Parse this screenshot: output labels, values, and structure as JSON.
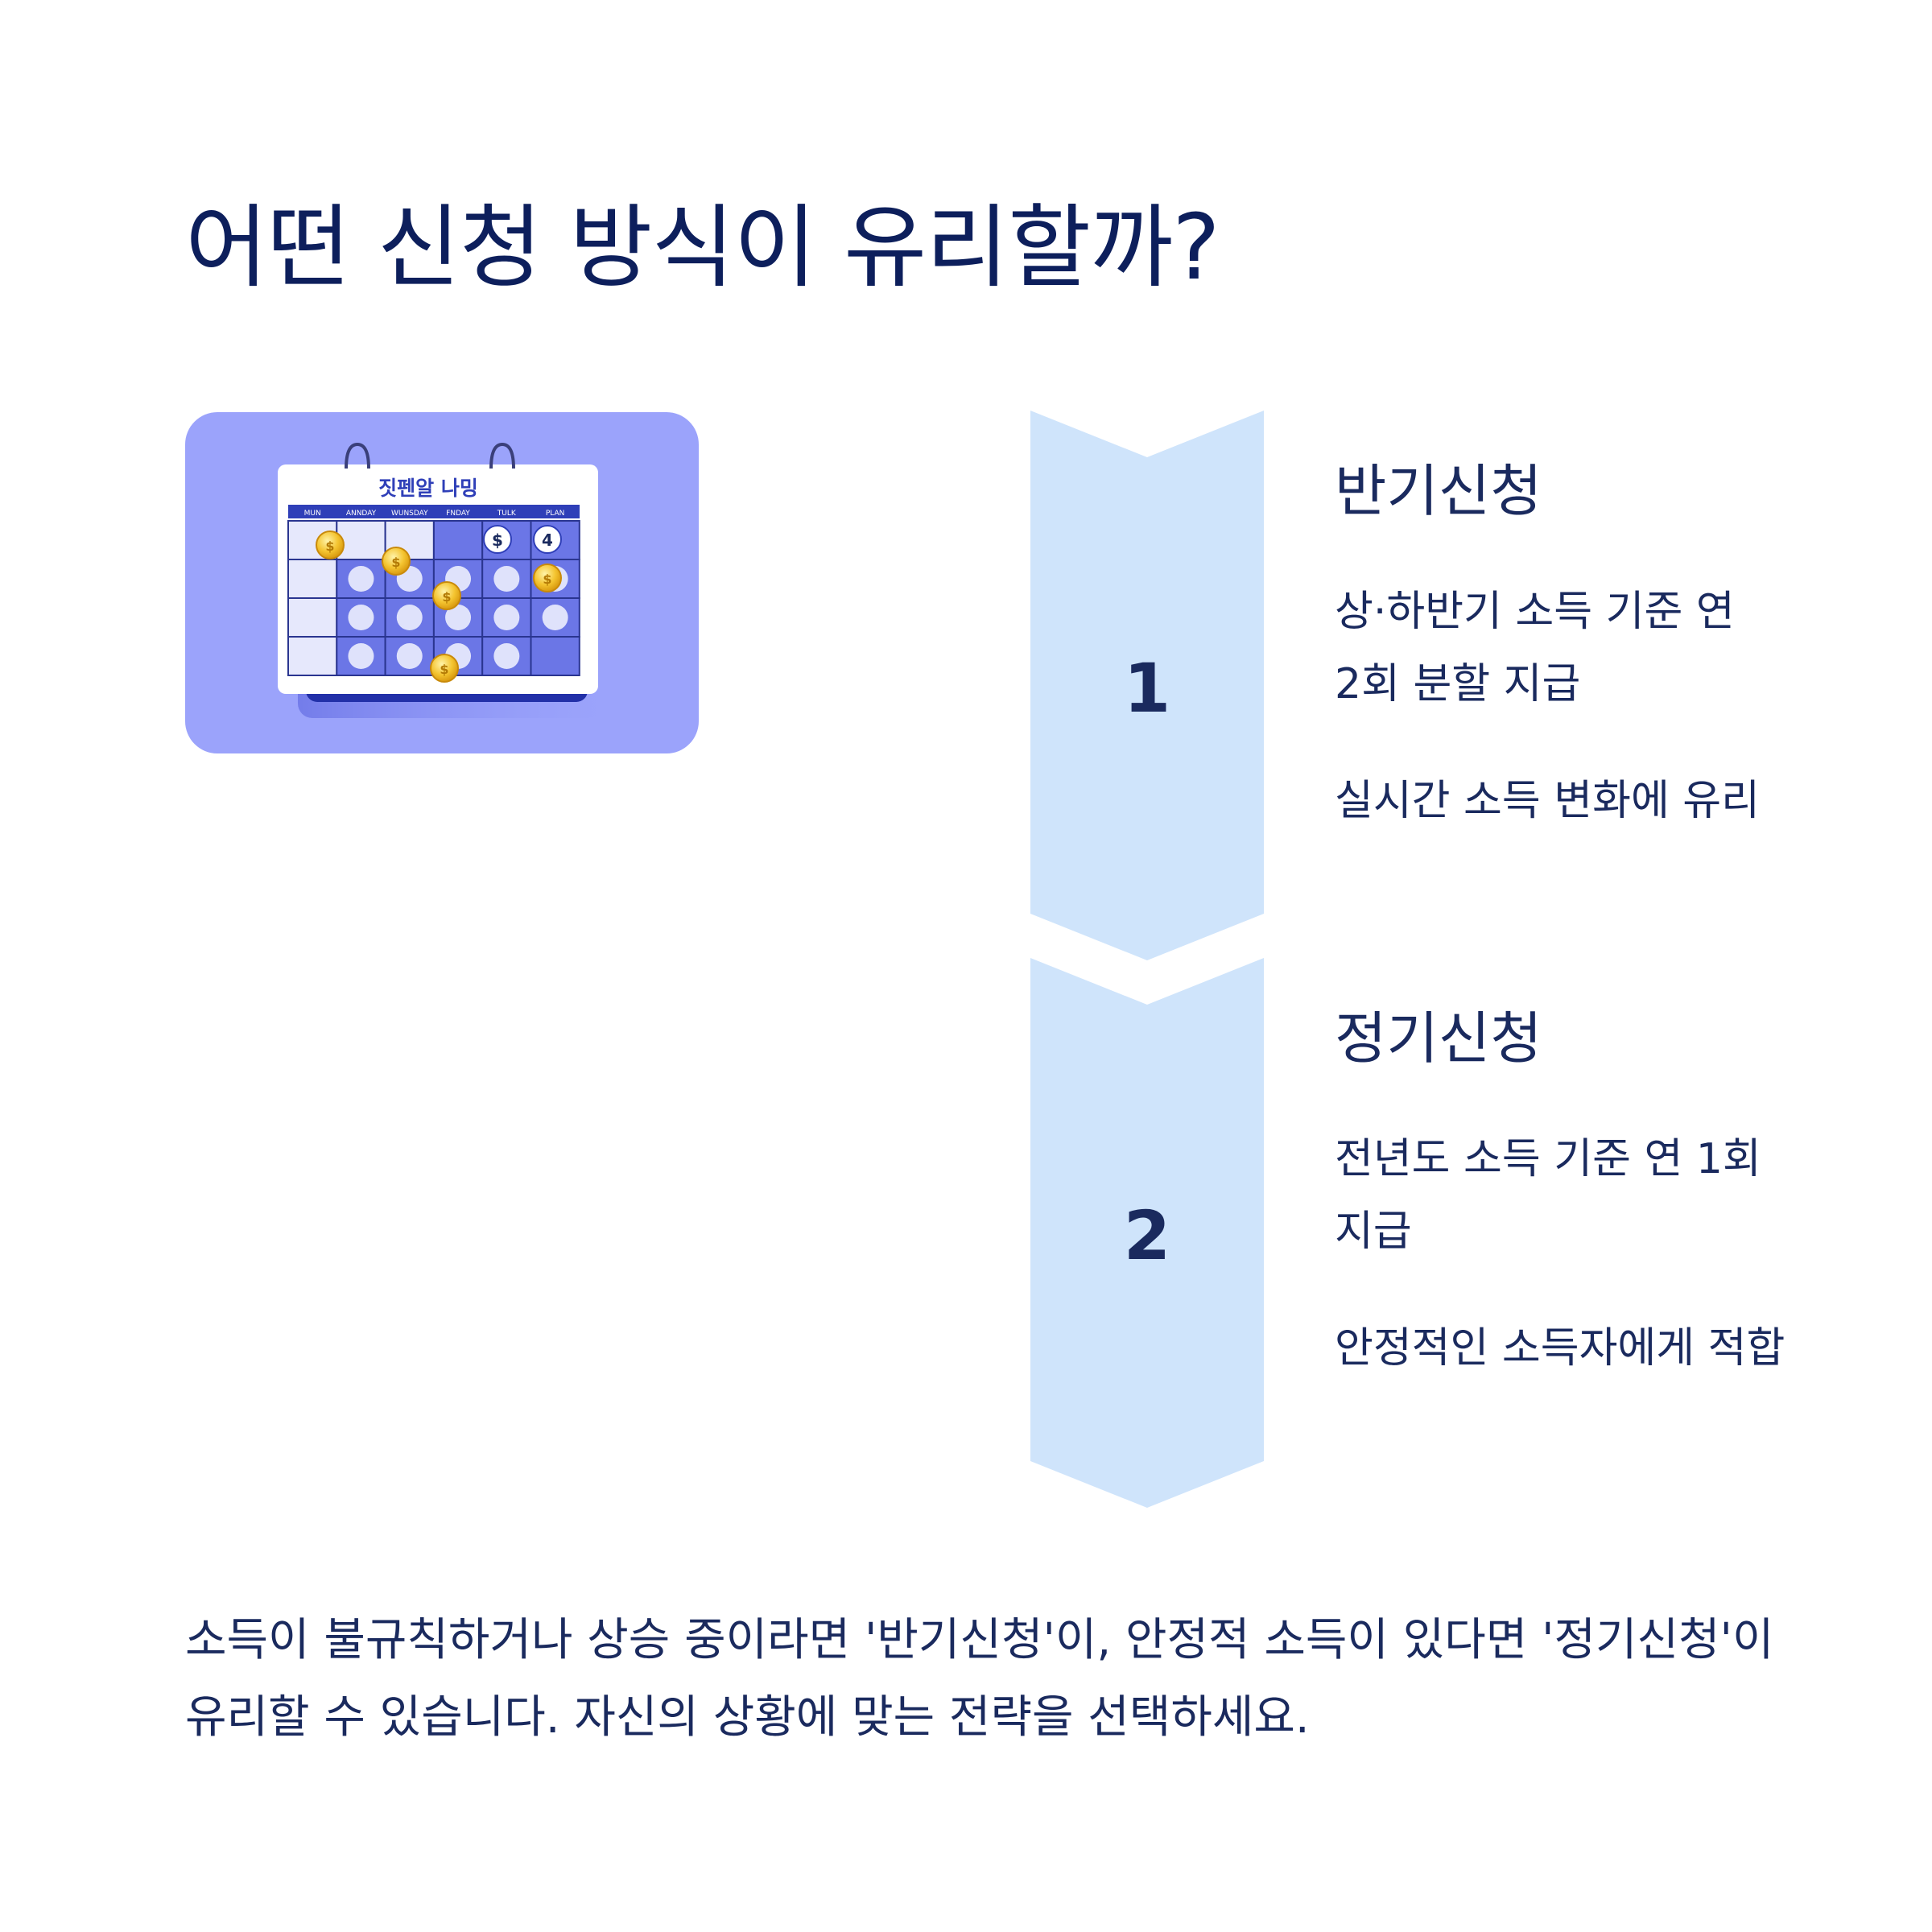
{
  "title": "어떤 신청 방식이 유리할까?",
  "illustration": {
    "calendar_title": "짓펜알 나밍",
    "day_headers": [
      "MUN",
      "ANNDAY",
      "WUNSDAY",
      "FNDAY",
      "TULK",
      "PLAN"
    ],
    "cell_symbols": [
      "$",
      "4"
    ],
    "colors": {
      "card_bg": "#9ba3fb",
      "calendar_blue": "#2f3fb8",
      "coin": "#f4c430",
      "cell_dot": "#dfe2fb"
    }
  },
  "steps": [
    {
      "number": "1",
      "title": "반기신청",
      "descriptions": [
        "상·하반기 소득 기준 연 2회 분할 지급",
        "실시간 소득 변화에 유리"
      ]
    },
    {
      "number": "2",
      "title": "정기신청",
      "descriptions": [
        "전년도 소득 기준 연 1회 지급",
        "안정적인 소득자에게 적합"
      ]
    }
  ],
  "summary": "소득이 불규칙하거나 상승 중이라면 '반기신청'이, 안정적 소득이 있다면 '정기신청'이 유리할 수 있습니다. 자신의 상황에 맞는 전략을 선택하세요.",
  "colors": {
    "text": "#0d1f5c",
    "chevron": "#cfe4fb"
  }
}
